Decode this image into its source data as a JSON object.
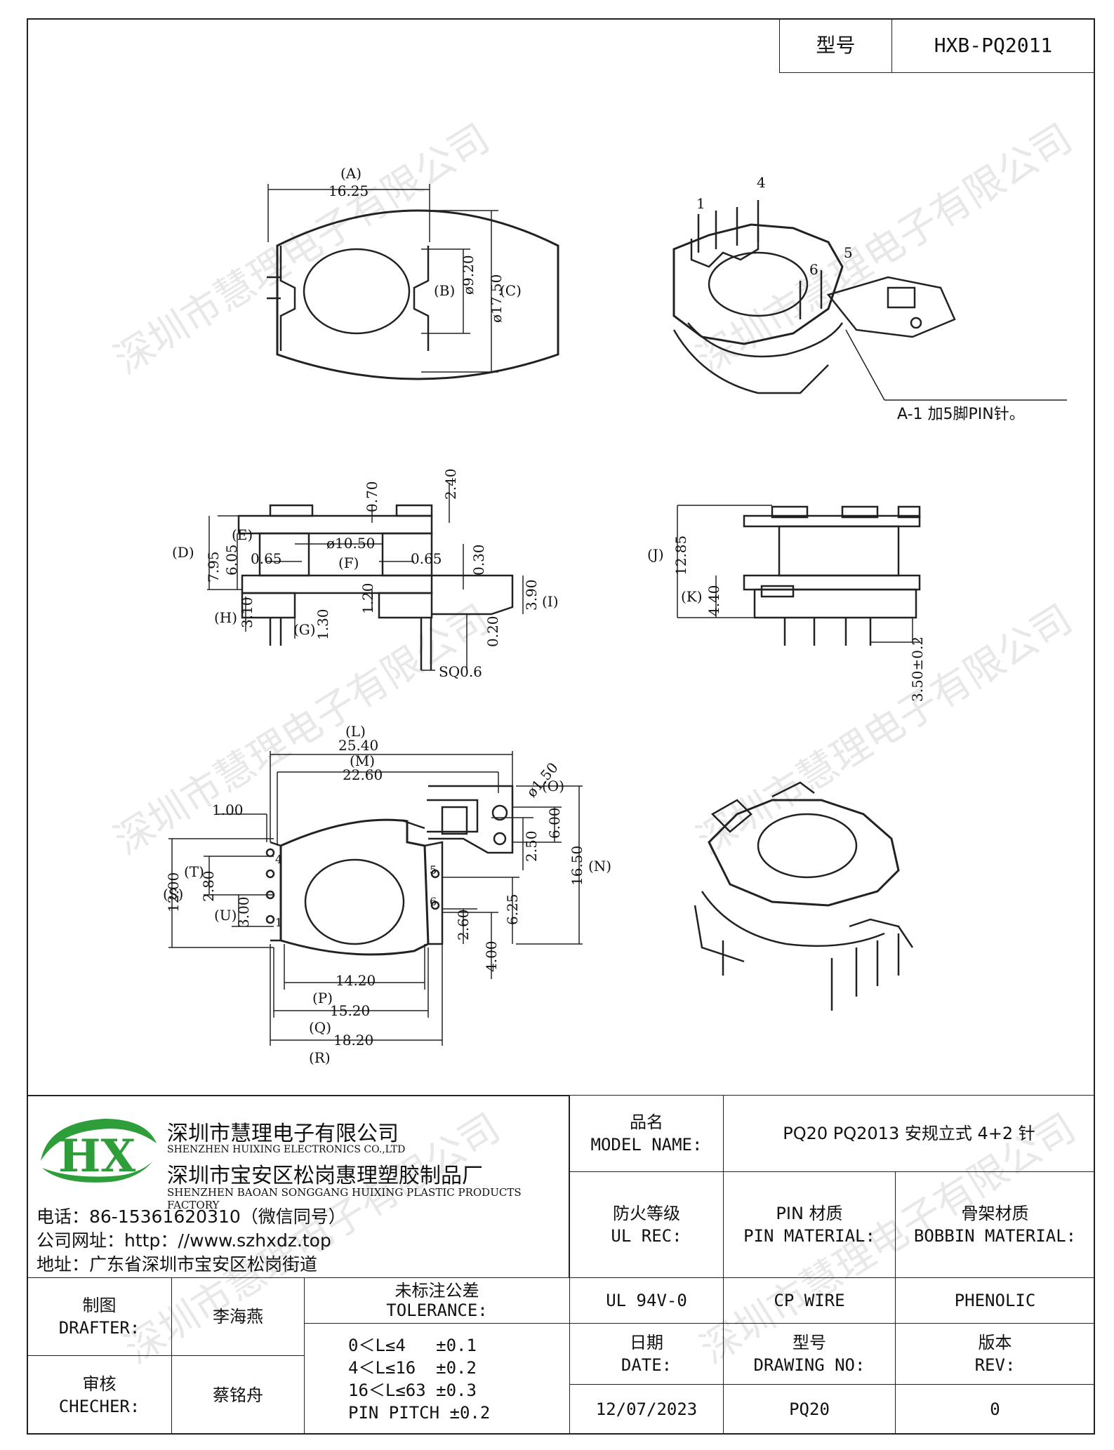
{
  "header": {
    "model_label": "型号",
    "model_value": "HXB-PQ2011"
  },
  "watermark": "深圳市慧理电子有限公司",
  "drawing": {
    "top_view": {
      "a": "(A)",
      "a_val": "16.25",
      "b": "(B)",
      "b_val": "ø9.20",
      "c": "(C)",
      "c_val": "ø17.50"
    },
    "iso_top": {
      "pin1": "1",
      "pin4": "4",
      "pin5": "5",
      "pin6": "6",
      "note": "A-1  加5脚PIN针。"
    },
    "side_view": {
      "d": "(D)",
      "d_val": "7.95",
      "e": "(E)",
      "e_val": "6.05",
      "f": "(F)",
      "f_val": "ø10.50",
      "l065": "0.65",
      "r065": "0.65",
      "v070": "0.70",
      "v240": "2.40",
      "v030": "0.30",
      "g": "(G)",
      "g_val": "1.30",
      "h": "(H)",
      "h_val": "3.10",
      "v120": "1.20",
      "v020": "0.20",
      "i": "(I)",
      "i_val": "3.90",
      "sq": "SQ0.6"
    },
    "right_view": {
      "j": "(J)",
      "j_val": "12.85",
      "k": "(K)",
      "k_val": "4.40",
      "v350": "3.50±0.2"
    },
    "bottom_view": {
      "l": "(L)",
      "l_val": "25.40",
      "m": "(M)",
      "m_val": "22.60",
      "v100": "1.00",
      "v150": "ø1.50",
      "o": "(O)",
      "v600": "6.00",
      "v250": "2.50",
      "n": "(N)",
      "n_val": "16.50",
      "v625": "6.25",
      "v1200": "12.00",
      "t": "(T)",
      "s": "(S)",
      "v280": "2.80",
      "u": "(U)",
      "v300": "3.00",
      "v260": "2.60",
      "v400": "4.00",
      "p": "(P)",
      "p_val": "14.20",
      "q": "(Q)",
      "q_val": "15.20",
      "r": "(R)",
      "r_val": "18.20",
      "pin4": "4",
      "pin1": "1",
      "pin5": "5",
      "pin6": "6"
    }
  },
  "title_block": {
    "company_cn": "深圳市慧理电子有限公司",
    "company_en": "SHENZHEN HUIXING ELECTRONICS CO.,LTD",
    "factory_cn": "深圳市宝安区松岗惠理塑胶制品厂",
    "factory_en": "SHENZHEN BAOAN SONGGANG HUIXING PLASTIC PRODUCTS FACTORY",
    "phone": "电话：86-15361620310（微信同号）",
    "website": "公司网址：http：//www.szhxdz.top",
    "address": "地址：广东省深圳市宝安区松岗街道",
    "logo_text": "HX",
    "model_name_cn": "品名",
    "model_name_en": "MODEL NAME:",
    "model_name_value": "PQ20 PQ2013 安规立式 4+2 针",
    "fire_cn": "防火等级",
    "fire_en": "UL REC:",
    "pin_cn": "PIN 材质",
    "pin_en": "PIN MATERIAL:",
    "bobbin_cn": "骨架材质",
    "bobbin_en": "BOBBIN MATERIAL:",
    "fire_value": "UL 94V-0",
    "pin_value": "CP WIRE",
    "bobbin_value": "PHENOLIC",
    "drafter_cn": "制图",
    "drafter_en": "DRAFTER:",
    "drafter_name": "李海燕",
    "checker_cn": "审核",
    "checker_en": "CHECHER:",
    "checker_name": "蔡铭舟",
    "tol_cn": "未标注公差",
    "tol_en": "TOLERANCE:",
    "tol_lines": [
      "0＜L≤4   ±0.1",
      "4＜L≤16  ±0.2",
      "16＜L≤63 ±0.3",
      "PIN PITCH ±0.2"
    ],
    "date_cn": "日期",
    "date_en": "DATE:",
    "date_value": "12/07/2023",
    "dwg_cn": "型号",
    "dwg_en": "DRAWING NO:",
    "dwg_value": "PQ20",
    "rev_cn": "版本",
    "rev_en": "REV:",
    "rev_value": "0"
  }
}
